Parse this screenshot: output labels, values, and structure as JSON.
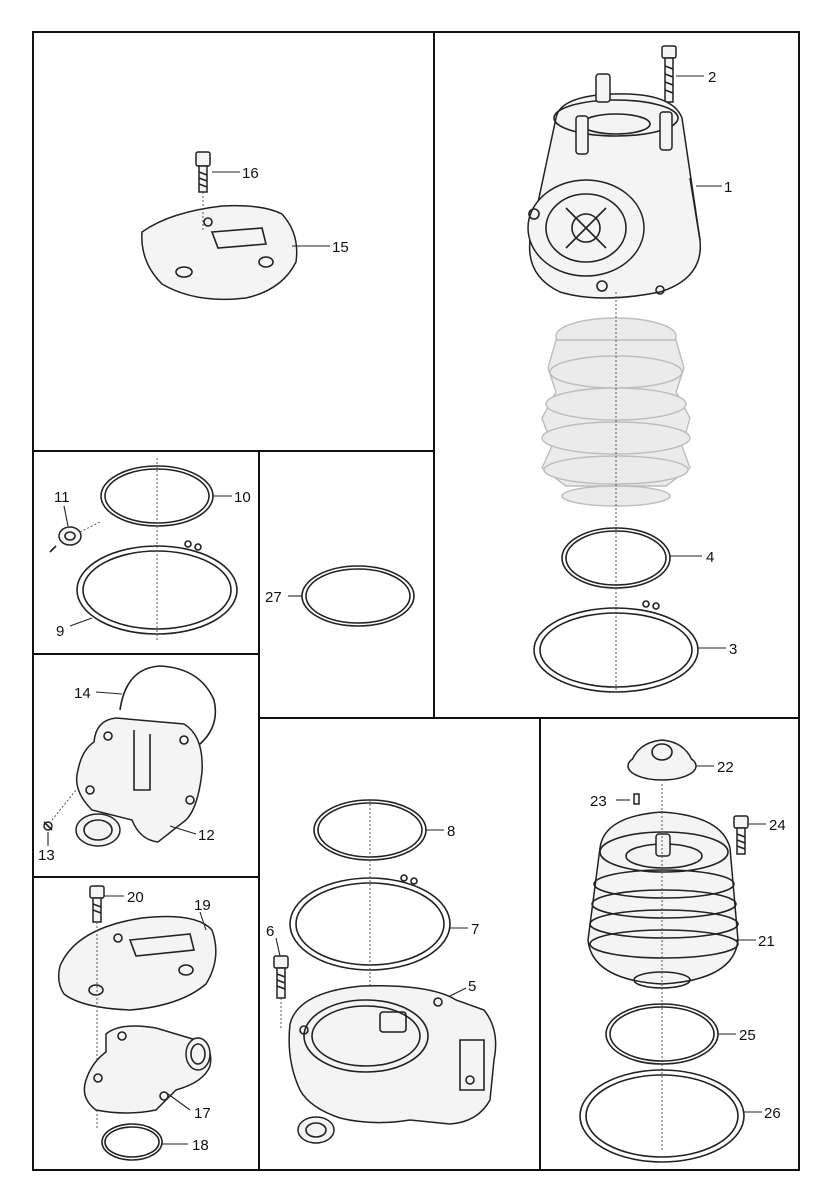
{
  "callouts": [
    "1",
    "2",
    "3",
    "4",
    "5",
    "6",
    "7",
    "8",
    "9",
    "10",
    "11",
    "12",
    "13",
    "14",
    "15",
    "16",
    "17",
    "18",
    "19",
    "20",
    "21",
    "22",
    "23",
    "24",
    "25",
    "26",
    "27"
  ],
  "panels": [
    "top-left",
    "top-right",
    "mid-left-rings",
    "mid-center-ring",
    "left-housing",
    "bottom-left",
    "bottom-center",
    "bottom-right"
  ]
}
